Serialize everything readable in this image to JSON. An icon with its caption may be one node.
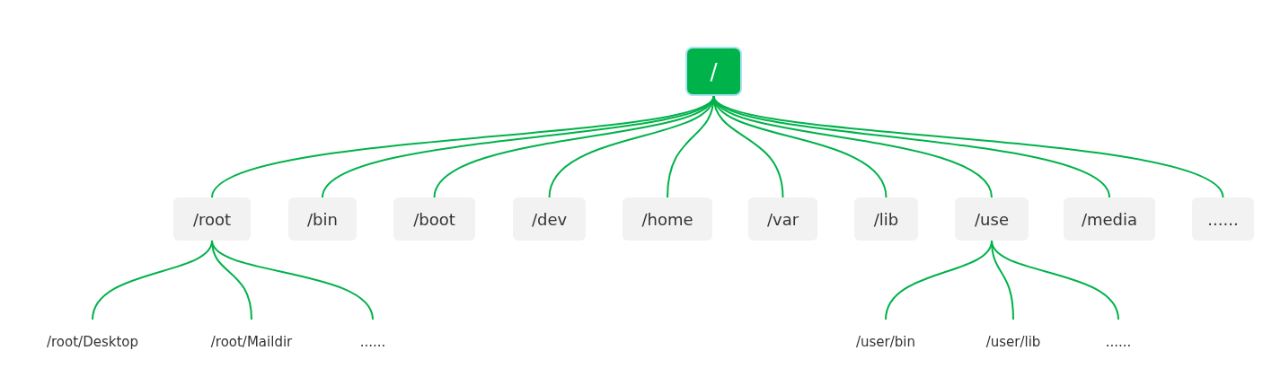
{
  "diagram": {
    "nodes": [
      {
        "text": [
          "/"
        ]
      },
      {
        "text": [
          "/root"
        ]
      },
      {
        "text": [
          "/bin"
        ]
      },
      {
        "text": [
          "/boot"
        ]
      },
      {
        "text": [
          "/dev"
        ]
      },
      {
        "text": [
          "/home"
        ]
      },
      {
        "text": [
          "/var"
        ]
      },
      {
        "text": [
          "/lib"
        ]
      },
      {
        "text": [
          "/use"
        ]
      },
      {
        "text": [
          "/media"
        ]
      },
      {
        "text": [
          "......"
        ]
      },
      {
        "text": [
          "/root/Desktop"
        ]
      },
      {
        "text": [
          "/root/Maildir"
        ]
      },
      {
        "text": [
          "......"
        ]
      },
      {
        "text": [
          "/user/bin"
        ]
      },
      {
        "text": [
          "/user/lib"
        ]
      },
      {
        "text": [
          "......"
        ]
      }
    ],
    "edges": [
      {
        "from": 0,
        "to": 1,
        "arrow": "none"
      },
      {
        "from": 0,
        "to": 2,
        "arrow": "none"
      },
      {
        "from": 0,
        "to": 3,
        "arrow": "none"
      },
      {
        "from": 0,
        "to": 4,
        "arrow": "none"
      },
      {
        "from": 0,
        "to": 5,
        "arrow": "none"
      },
      {
        "from": 0,
        "to": 6,
        "arrow": "none"
      },
      {
        "from": 0,
        "to": 7,
        "arrow": "none"
      },
      {
        "from": 0,
        "to": 8,
        "arrow": "none"
      },
      {
        "from": 0,
        "to": 9,
        "arrow": "none"
      },
      {
        "from": 0,
        "to": 10,
        "arrow": "none"
      },
      {
        "from": 1,
        "to": 11,
        "arrow": "none"
      },
      {
        "from": 1,
        "to": 12,
        "arrow": "none"
      },
      {
        "from": 1,
        "to": 13,
        "arrow": "none"
      },
      {
        "from": 8,
        "to": 14,
        "arrow": "none"
      },
      {
        "from": 8,
        "to": 15,
        "arrow": "none"
      },
      {
        "from": 8,
        "to": 16,
        "arrow": "none"
      }
    ]
  }
}
